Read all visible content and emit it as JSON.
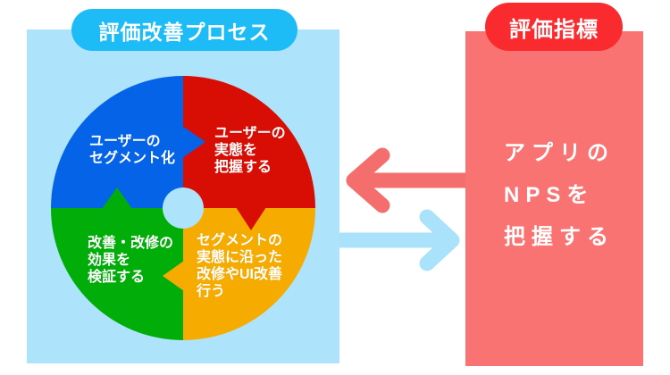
{
  "palette": {
    "background": "#ffffff",
    "panel_blue": "#ade4fb",
    "pill_blue": "#1dbcf6",
    "quad_blue": "#0563e8",
    "quad_red": "#d80d04",
    "quad_green": "#00ad09",
    "quad_orange": "#f6ab00",
    "box_salmon": "#f97373",
    "pill_red": "#f92b2e",
    "arrow_red": "#f56e6e",
    "arrow_blue": "#a9e2fa",
    "text_white": "#ffffff"
  },
  "process_panel": {
    "title": "評価改善プロセス",
    "steps": [
      {
        "id": "user-segmentation",
        "color_key": "quad_blue",
        "lines": [
          "ユーザーの",
          "セグメント化"
        ]
      },
      {
        "id": "grasp-user-reality",
        "color_key": "quad_red",
        "lines": [
          "ユーザーの",
          "実態を",
          "把握する"
        ]
      },
      {
        "id": "improve-ui",
        "color_key": "quad_orange",
        "lines": [
          "セグメントの",
          "実態に沿った",
          "改修やUI改善",
          "行う"
        ]
      },
      {
        "id": "verify-effect",
        "color_key": "quad_green",
        "lines": [
          "改善・改修の",
          "効果を",
          "検証する"
        ]
      }
    ]
  },
  "metric_panel": {
    "title": "評価指標",
    "lines": [
      "アプリの",
      "NPSを",
      "把握する"
    ]
  },
  "arrows": {
    "metric_to_process": "red-arrow-left",
    "process_to_metric": "blue-arrow-right"
  }
}
